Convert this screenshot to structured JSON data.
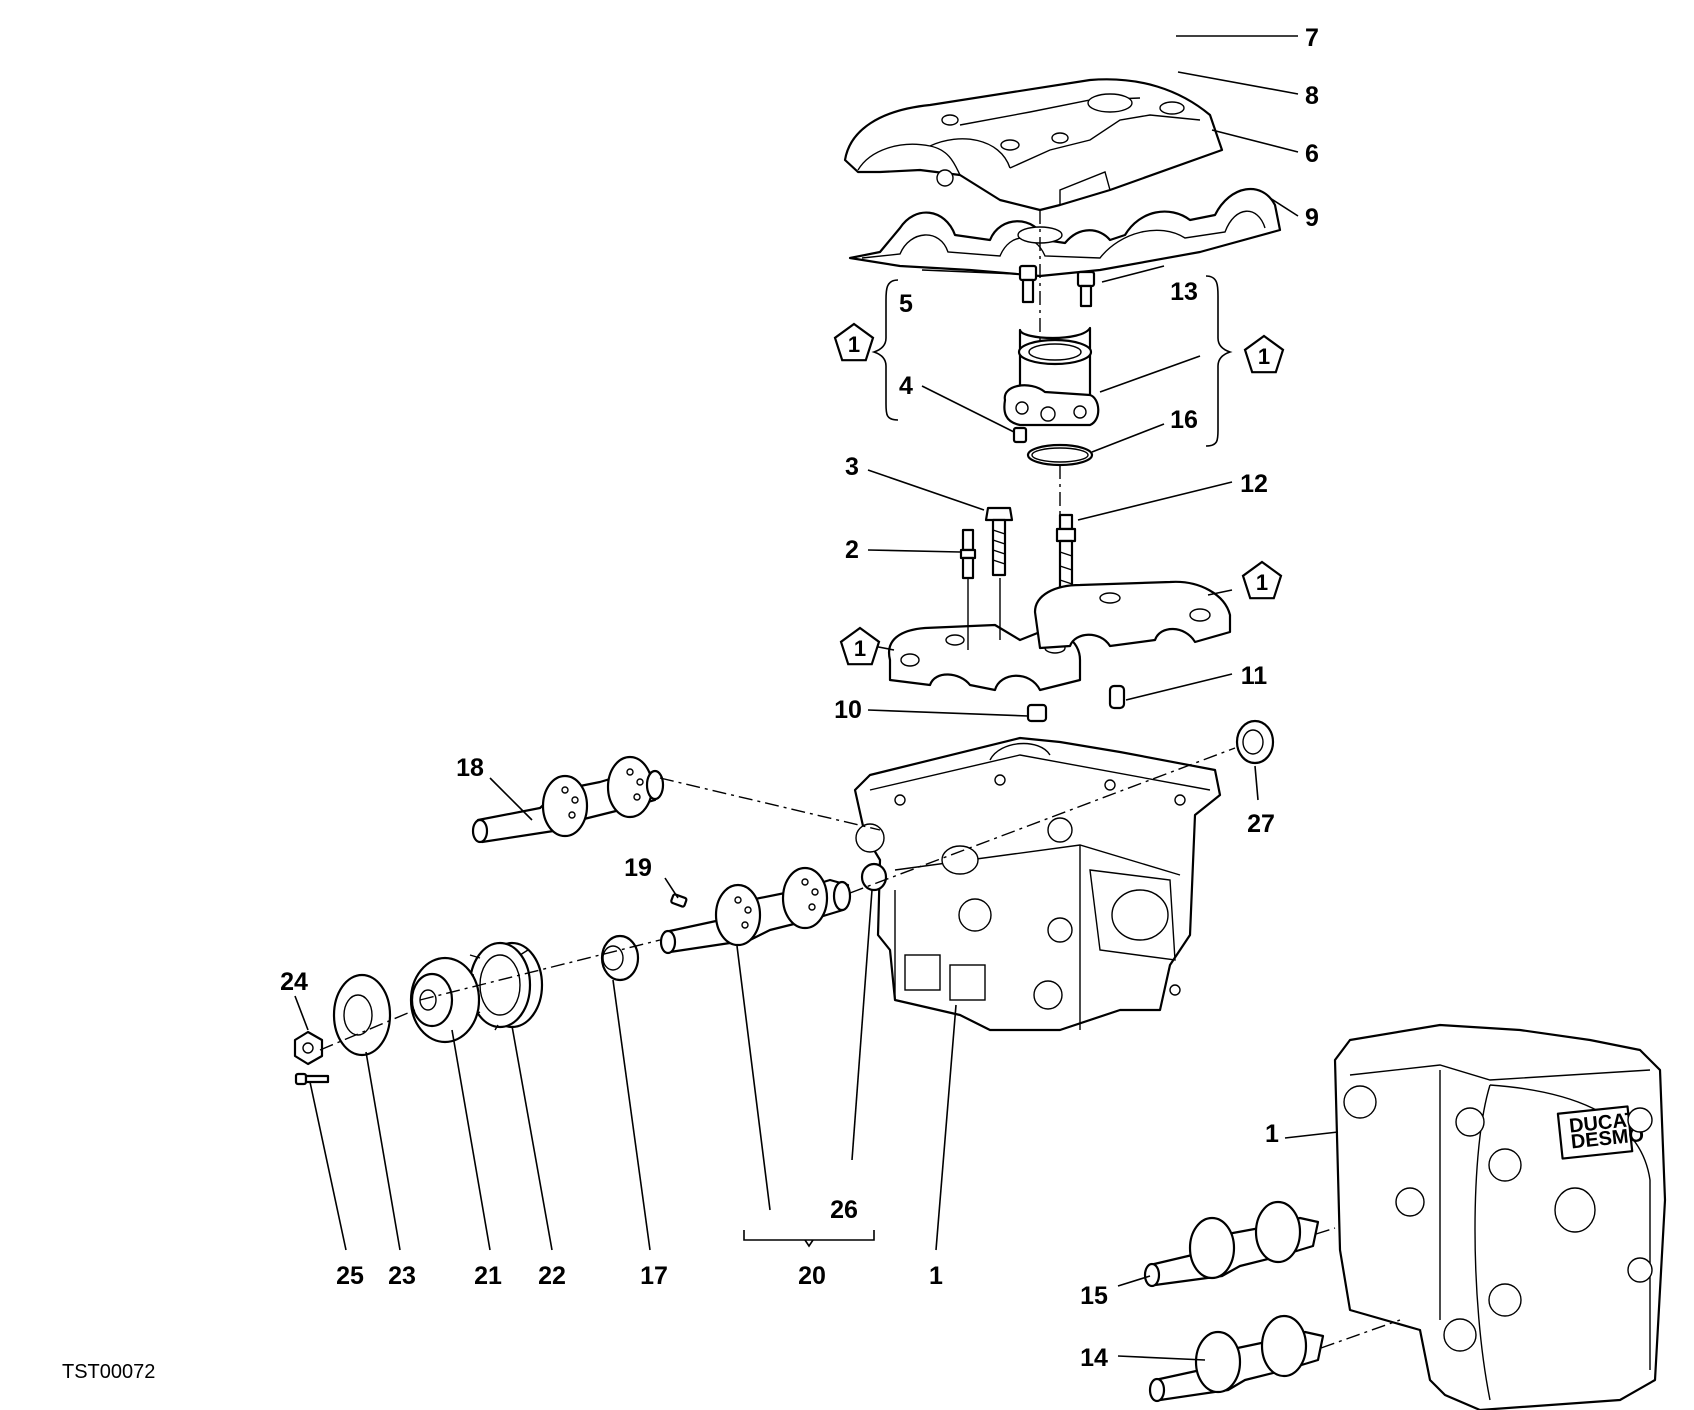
{
  "figure_code": "TST00072",
  "labels": [
    "1",
    "2",
    "3",
    "4",
    "5",
    "6",
    "7",
    "8",
    "9",
    "10",
    "11",
    "12",
    "13",
    "14",
    "15",
    "16",
    "17",
    "18",
    "19",
    "20",
    "21",
    "22",
    "23",
    "24",
    "25",
    "26",
    "27"
  ],
  "marker_label": "1"
}
